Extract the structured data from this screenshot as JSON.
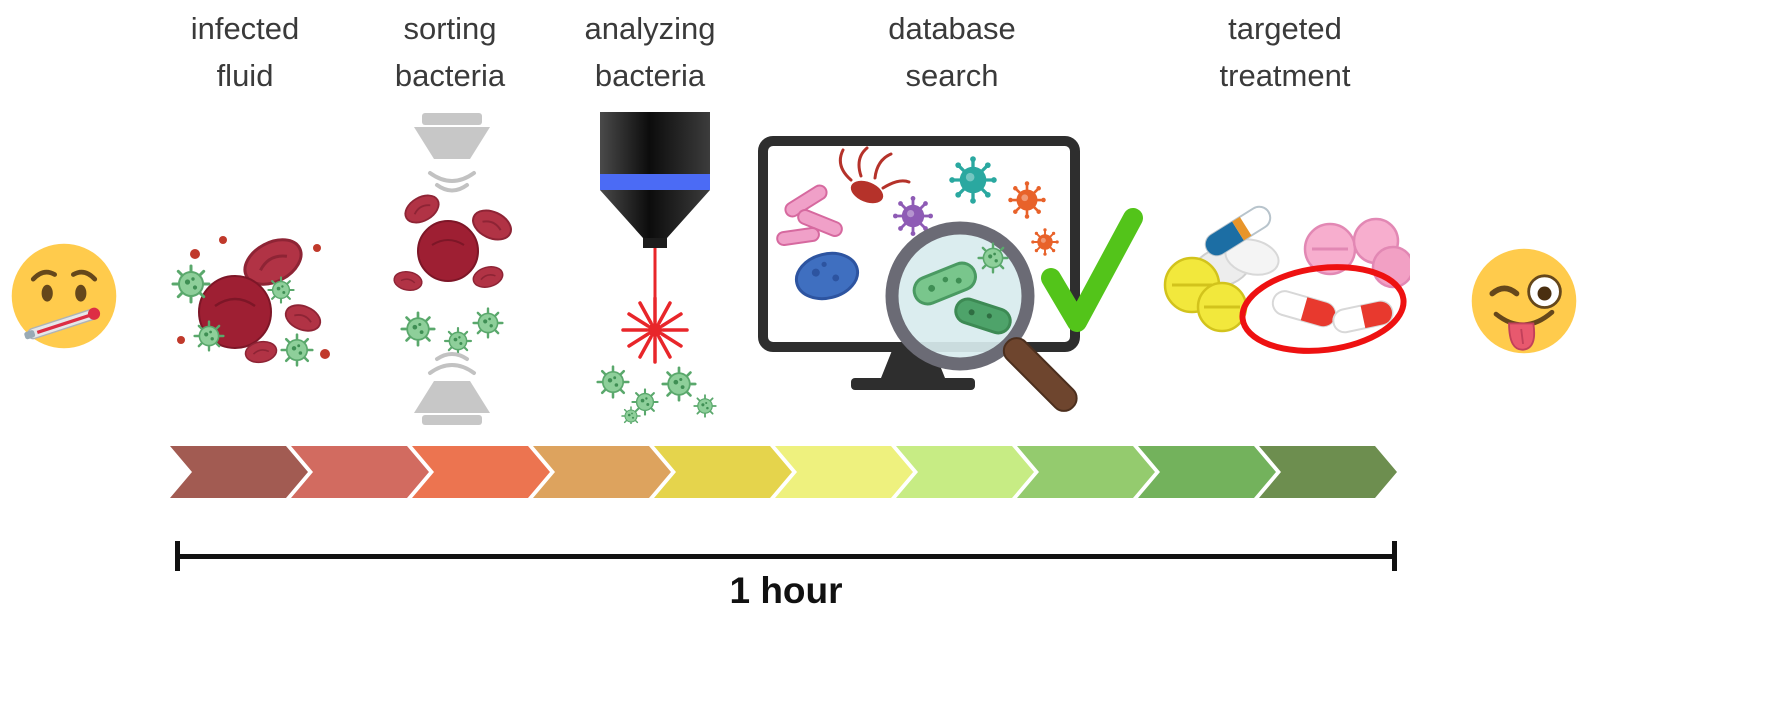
{
  "stages": [
    {
      "line1": "infected",
      "line2": "fluid"
    },
    {
      "line1": "sorting",
      "line2": "bacteria"
    },
    {
      "line1": "analyzing",
      "line2": "bacteria"
    },
    {
      "line1": "database",
      "line2": "search"
    },
    {
      "line1": "targeted",
      "line2": "treatment"
    }
  ],
  "timeline": {
    "label": "1 hour"
  },
  "arrow": {
    "colors": [
      "#a25b52",
      "#d26b60",
      "#ec7450",
      "#dda35e",
      "#e5d44c",
      "#eef17e",
      "#c7ec84",
      "#94cb6e",
      "#73b25c",
      "#6d8e4f"
    ]
  },
  "icons": {
    "left_emoji": "face-with-thermometer",
    "right_emoji": "winking-face-with-tongue",
    "stage_icons": [
      "blood-cells-with-bacteria",
      "acoustic-sorter-with-cells",
      "laser-microscope-objective",
      "monitor-with-microbes-magnifier-checkmark",
      "pills-with-red-circle"
    ]
  },
  "key_colors": {
    "blood_red": "#9e1f33",
    "germ_green": "#8ecf9a",
    "laser_red": "#e8262a",
    "check_green": "#53c41a",
    "circle_red": "#ee1111",
    "emoji_yellow": "#ffcb4c"
  }
}
